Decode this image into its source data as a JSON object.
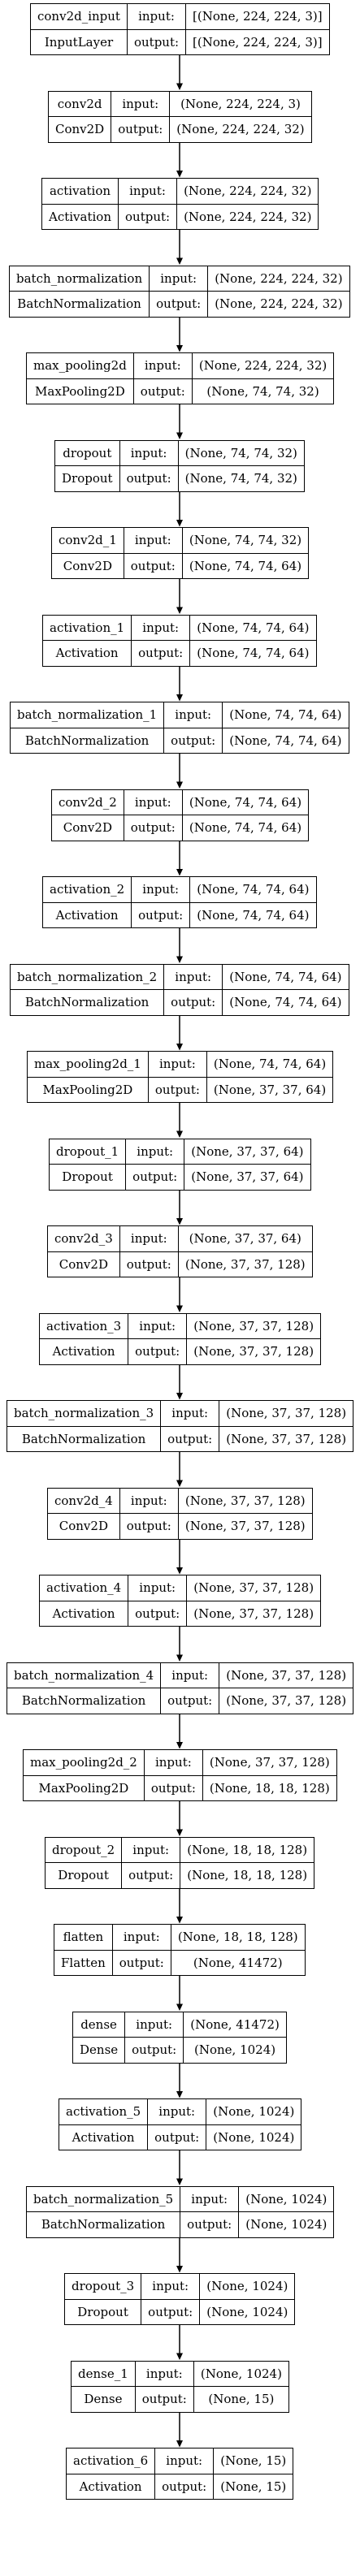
{
  "diagram": {
    "io_input_label": "input:",
    "io_output_label": "output:",
    "nodes": [
      {
        "name": "conv2d_input",
        "type": "InputLayer",
        "input": "[(None, 224, 224, 3)]",
        "output": "[(None, 224, 224, 3)]"
      },
      {
        "name": "conv2d",
        "type": "Conv2D",
        "input": "(None, 224, 224, 3)",
        "output": "(None, 224, 224, 32)"
      },
      {
        "name": "activation",
        "type": "Activation",
        "input": "(None, 224, 224, 32)",
        "output": "(None, 224, 224, 32)"
      },
      {
        "name": "batch_normalization",
        "type": "BatchNormalization",
        "input": "(None, 224, 224, 32)",
        "output": "(None, 224, 224, 32)"
      },
      {
        "name": "max_pooling2d",
        "type": "MaxPooling2D",
        "input": "(None, 224, 224, 32)",
        "output": "(None, 74, 74, 32)"
      },
      {
        "name": "dropout",
        "type": "Dropout",
        "input": "(None, 74, 74, 32)",
        "output": "(None, 74, 74, 32)"
      },
      {
        "name": "conv2d_1",
        "type": "Conv2D",
        "input": "(None, 74, 74, 32)",
        "output": "(None, 74, 74, 64)"
      },
      {
        "name": "activation_1",
        "type": "Activation",
        "input": "(None, 74, 74, 64)",
        "output": "(None, 74, 74, 64)"
      },
      {
        "name": "batch_normalization_1",
        "type": "BatchNormalization",
        "input": "(None, 74, 74, 64)",
        "output": "(None, 74, 74, 64)"
      },
      {
        "name": "conv2d_2",
        "type": "Conv2D",
        "input": "(None, 74, 74, 64)",
        "output": "(None, 74, 74, 64)"
      },
      {
        "name": "activation_2",
        "type": "Activation",
        "input": "(None, 74, 74, 64)",
        "output": "(None, 74, 74, 64)"
      },
      {
        "name": "batch_normalization_2",
        "type": "BatchNormalization",
        "input": "(None, 74, 74, 64)",
        "output": "(None, 74, 74, 64)"
      },
      {
        "name": "max_pooling2d_1",
        "type": "MaxPooling2D",
        "input": "(None, 74, 74, 64)",
        "output": "(None, 37, 37, 64)"
      },
      {
        "name": "dropout_1",
        "type": "Dropout",
        "input": "(None, 37, 37, 64)",
        "output": "(None, 37, 37, 64)"
      },
      {
        "name": "conv2d_3",
        "type": "Conv2D",
        "input": "(None, 37, 37, 64)",
        "output": "(None, 37, 37, 128)"
      },
      {
        "name": "activation_3",
        "type": "Activation",
        "input": "(None, 37, 37, 128)",
        "output": "(None, 37, 37, 128)"
      },
      {
        "name": "batch_normalization_3",
        "type": "BatchNormalization",
        "input": "(None, 37, 37, 128)",
        "output": "(None, 37, 37, 128)"
      },
      {
        "name": "conv2d_4",
        "type": "Conv2D",
        "input": "(None, 37, 37, 128)",
        "output": "(None, 37, 37, 128)"
      },
      {
        "name": "activation_4",
        "type": "Activation",
        "input": "(None, 37, 37, 128)",
        "output": "(None, 37, 37, 128)"
      },
      {
        "name": "batch_normalization_4",
        "type": "BatchNormalization",
        "input": "(None, 37, 37, 128)",
        "output": "(None, 37, 37, 128)"
      },
      {
        "name": "max_pooling2d_2",
        "type": "MaxPooling2D",
        "input": "(None, 37, 37, 128)",
        "output": "(None, 18, 18, 128)"
      },
      {
        "name": "dropout_2",
        "type": "Dropout",
        "input": "(None, 18, 18, 128)",
        "output": "(None, 18, 18, 128)"
      },
      {
        "name": "flatten",
        "type": "Flatten",
        "input": "(None, 18, 18, 128)",
        "output": "(None, 41472)"
      },
      {
        "name": "dense",
        "type": "Dense",
        "input": "(None, 41472)",
        "output": "(None, 1024)"
      },
      {
        "name": "activation_5",
        "type": "Activation",
        "input": "(None, 1024)",
        "output": "(None, 1024)"
      },
      {
        "name": "batch_normalization_5",
        "type": "BatchNormalization",
        "input": "(None, 1024)",
        "output": "(None, 1024)"
      },
      {
        "name": "dropout_3",
        "type": "Dropout",
        "input": "(None, 1024)",
        "output": "(None, 1024)"
      },
      {
        "name": "dense_1",
        "type": "Dense",
        "input": "(None, 1024)",
        "output": "(None, 15)"
      },
      {
        "name": "activation_6",
        "type": "Activation",
        "input": "(None, 15)",
        "output": "(None, 15)"
      }
    ]
  }
}
